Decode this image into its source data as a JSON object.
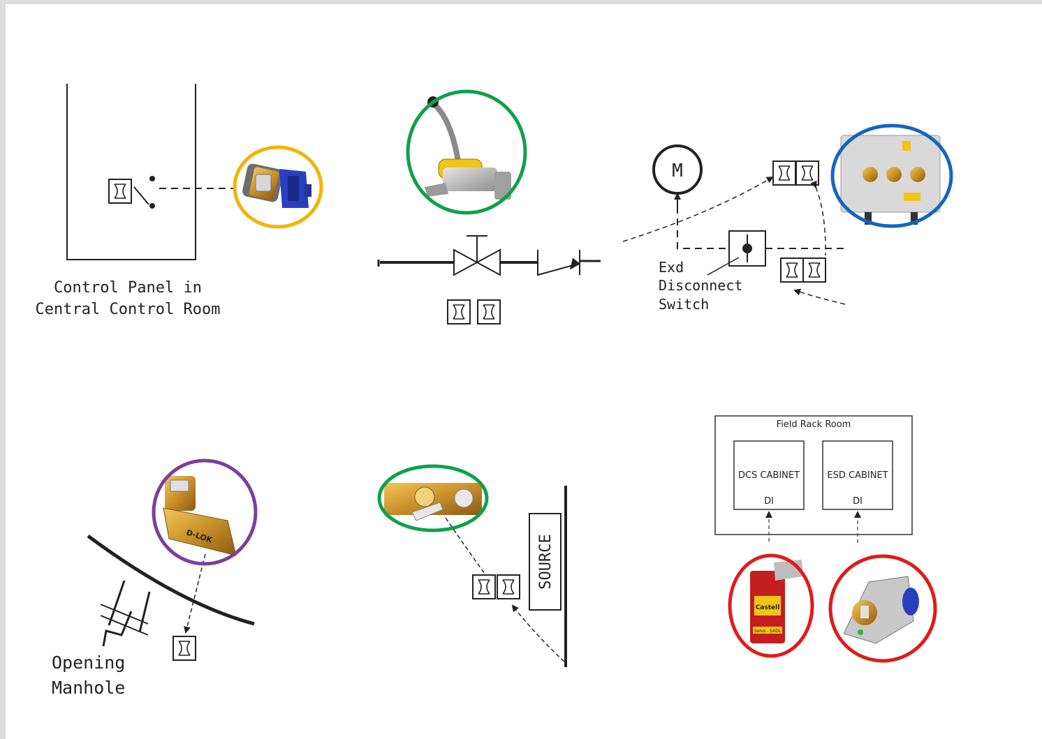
{
  "labels": {
    "control_panel": [
      "Control Panel in",
      "Central Control Room"
    ],
    "motor": "M",
    "exd": [
      "Exd",
      "Disconnect",
      "Switch"
    ],
    "source": "SOURCE",
    "manhole": [
      "Opening",
      "Manhole"
    ],
    "field_rack": "Field Rack Room",
    "dcs": "DCS CABINET",
    "esd": "ESD CABINET",
    "di": "DI"
  },
  "photo_text": {
    "d_lok": "D-LOK",
    "castell": "Castell",
    "salvo": "Salvo - SADL"
  },
  "ring_colors": {
    "yellow": "#f4b400",
    "green": "#0ea14a",
    "blue": "#1565c0",
    "purple": "#7b3f9e",
    "red": "#e01b1b"
  }
}
